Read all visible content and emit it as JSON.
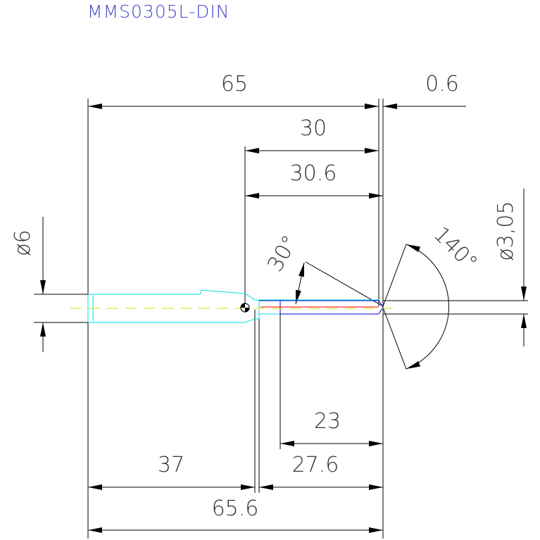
{
  "title": "MMS0305L-DIN",
  "dimensions": {
    "total_length_top": "65",
    "tip_offset": "0.6",
    "flute_length": "30",
    "flute_length_plus": "30.6",
    "diameter_shank": "ø6",
    "diameter_tip": "ø3,05",
    "chamfer_angle": "30°",
    "point_angle": "140°",
    "shank_length": "37",
    "cutting_length": "23",
    "cutting_length_plus": "27.6",
    "total_length_bottom": "65.6"
  },
  "colors": {
    "title": "#4444cc",
    "dimension": "#000000",
    "tool_outline": "#00e0e0",
    "tool_core": "#0000cc",
    "axis": "#dddd00",
    "edge": "#ff0000"
  }
}
